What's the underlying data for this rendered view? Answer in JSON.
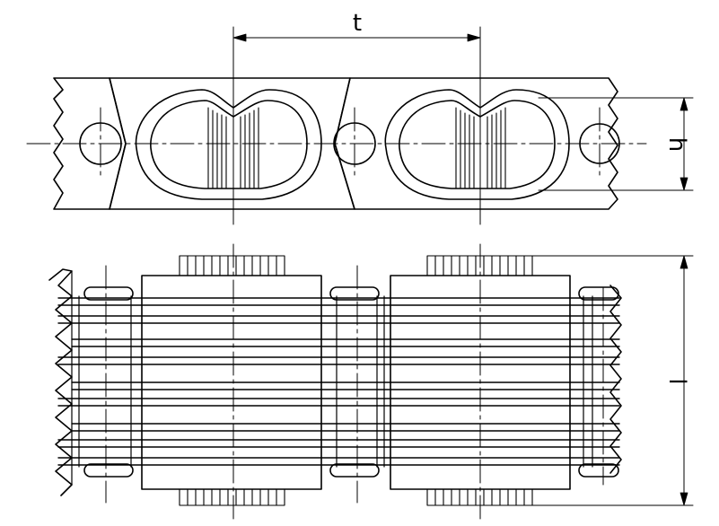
{
  "labels": {
    "pitch": "t",
    "height": "h",
    "length": "l"
  },
  "colors": {
    "line": "#000000",
    "background": "#ffffff"
  }
}
